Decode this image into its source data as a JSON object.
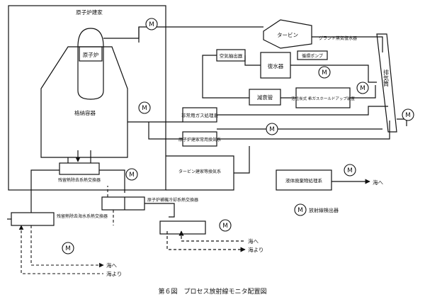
{
  "labels": {
    "reactor_building": "原子炉建家",
    "reactor": "原子炉",
    "containment": "格納容器",
    "turbine": "タービン",
    "gland_condenser": "グランド蒸気復水器",
    "air_extractor": "空気抽出器",
    "condenser": "復水器",
    "circ_pump": "循環ポンプ",
    "holdup_pipe": "減衰管",
    "charcoal_holdup": "活性炭式 希ガスホールドアップ装置",
    "stack": "排気筒",
    "normal_gas_treatment": "非常用ガス処理系",
    "reactor_bldg_ventilation": "原子炉建家常用換気系",
    "turbine_bldg_ventilation": "タービン建家等換気系",
    "liquid_waste_treatment": "液体廃棄物処理系",
    "to_sea_right": "海へ",
    "residual_heat_exchanger": "残留熱除去系熱交換器",
    "rhr_seawater_hx": "残留熱除去海水系熱交換器",
    "rbccw_hx": "原子炉補機冷却系熱交換器",
    "to_sea_1": "海へ",
    "from_sea_1": "海より",
    "to_sea_2": "海へ",
    "from_sea_2": "海より",
    "monitor_symbol": "M",
    "legend_text": "放射線検出器",
    "caption": "第６図　プロセス放射線モニタ配置図"
  }
}
